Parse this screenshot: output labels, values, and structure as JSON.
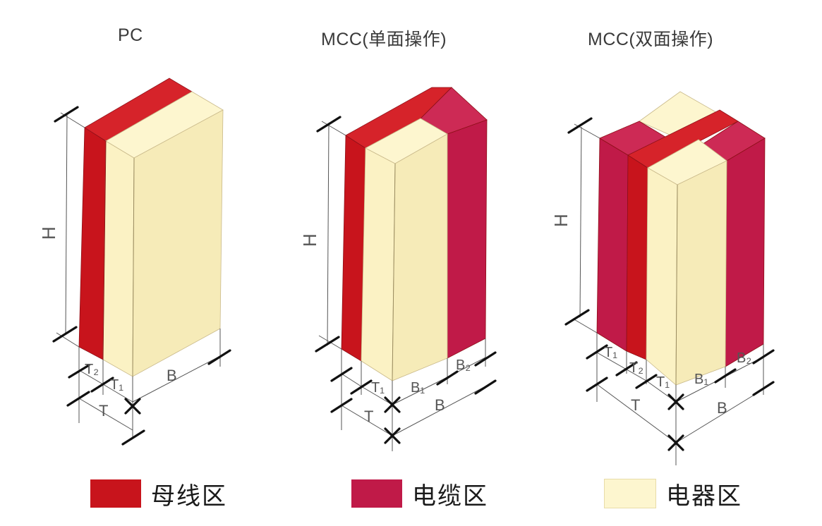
{
  "titles": {
    "pc": "PC",
    "mcc_single": "MCC(单面操作)",
    "mcc_double": "MCC(双面操作)"
  },
  "dimension_labels": {
    "H": "H",
    "T": "T",
    "B": "B",
    "T1": "T₁",
    "T2": "T₂",
    "B1": "B₁",
    "B2": "B₂"
  },
  "legend": [
    {
      "label": "母线区",
      "color": "#c8141c"
    },
    {
      "label": "电缆区",
      "color": "#c01a48"
    },
    {
      "label": "电器区",
      "color": "#fdf6cf"
    }
  ],
  "colors": {
    "busbar": "#c8141c",
    "busbar_top": "#d6232a",
    "cable": "#c01a48",
    "cable_top": "#cd2a55",
    "device": "#fbf2c4",
    "device_top": "#fdf6cf",
    "device_side": "#f6ebb8",
    "dimension_line": "#555555",
    "tick": "#111111"
  }
}
